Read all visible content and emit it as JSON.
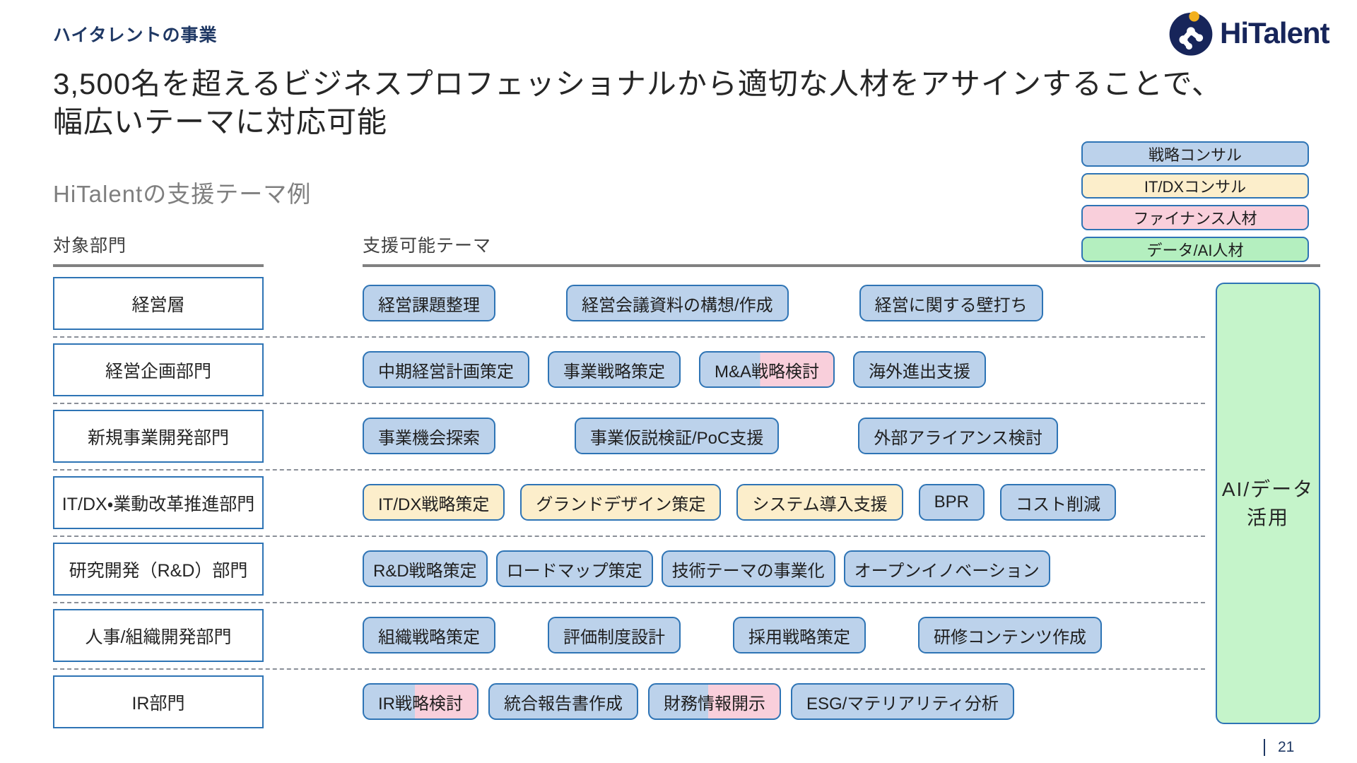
{
  "page": {
    "eyebrow": "ハイタレントの事業",
    "title_line1": "3,500名を超えるビジネスプロフェッショナルから適切な人材をアサインすることで、",
    "title_line2": "幅広いテーマに対応可能",
    "subtitle": "HiTalentの支援テーマ例",
    "logo_text": "HiTalent",
    "page_number": "21"
  },
  "colors": {
    "strategy_blue": "#BCD2EB",
    "itdx_yellow": "#FCEECB",
    "finance_pink": "#F9CFDB",
    "data_ai_green": "#C5F4CA",
    "border_blue": "#2E74B5",
    "navy": "#1F3864"
  },
  "legend": {
    "items": [
      {
        "label": "戦略コンサル",
        "type": "blue"
      },
      {
        "label": "IT/DXコンサル",
        "type": "yellow"
      },
      {
        "label": "ファイナンス人材",
        "type": "pink"
      },
      {
        "label": "データ/AI人材",
        "type": "green"
      }
    ]
  },
  "matrix": {
    "col1_header": "対象部門",
    "col2_header": "支援可能テーマ",
    "rows": [
      {
        "department": "経営層",
        "themes": [
          {
            "label": "経営課題整理",
            "type": "blue"
          },
          {
            "label": "経営会議資料の構想/作成",
            "type": "blue"
          },
          {
            "label": "経営に関する壁打ち",
            "type": "blue"
          }
        ]
      },
      {
        "department": "経営企画部門",
        "themes": [
          {
            "label": "中期経営計画策定",
            "type": "blue"
          },
          {
            "label": "事業戦略策定",
            "type": "blue"
          },
          {
            "label": "M&A戦略検討",
            "type": "blue-pink"
          },
          {
            "label": "海外進出支援",
            "type": "blue"
          }
        ]
      },
      {
        "department": "新規事業開発部門",
        "themes": [
          {
            "label": "事業機会探索",
            "type": "blue"
          },
          {
            "label": "事業仮説検証/PoC支援",
            "type": "blue"
          },
          {
            "label": "外部アライアンス検討",
            "type": "blue"
          }
        ]
      },
      {
        "department": "IT/DX・業動改革推進部門",
        "themes": [
          {
            "label": "IT/DX戦略策定",
            "type": "yellow"
          },
          {
            "label": "グランドデザイン策定",
            "type": "yellow"
          },
          {
            "label": "システム導入支援",
            "type": "yellow"
          },
          {
            "label": "BPR",
            "type": "blue"
          },
          {
            "label": "コスト削減",
            "type": "blue"
          }
        ]
      },
      {
        "department": "研究開発（R&D）部門",
        "themes": [
          {
            "label": "R&D戦略策定",
            "type": "blue"
          },
          {
            "label": "ロードマップ策定",
            "type": "blue"
          },
          {
            "label": "技術テーマの事業化",
            "type": "blue"
          },
          {
            "label": "オープンイノベーション",
            "type": "blue"
          }
        ]
      },
      {
        "department": "人事/組織開発部門",
        "themes": [
          {
            "label": "組織戦略策定",
            "type": "blue"
          },
          {
            "label": "評価制度設計",
            "type": "blue"
          },
          {
            "label": "採用戦略策定",
            "type": "blue"
          },
          {
            "label": "研修コンテンツ作成",
            "type": "blue"
          }
        ]
      },
      {
        "department": "IR部門",
        "themes": [
          {
            "label": "IR戦略検討",
            "type": "blue-pink"
          },
          {
            "label": "統合報告書作成",
            "type": "blue"
          },
          {
            "label": "財務情報開示",
            "type": "blue-pink"
          },
          {
            "label": "ESG/マテリアリティ分析",
            "type": "blue"
          }
        ]
      }
    ],
    "side_box": {
      "line1": "AI/データ",
      "line2": "活用"
    }
  }
}
